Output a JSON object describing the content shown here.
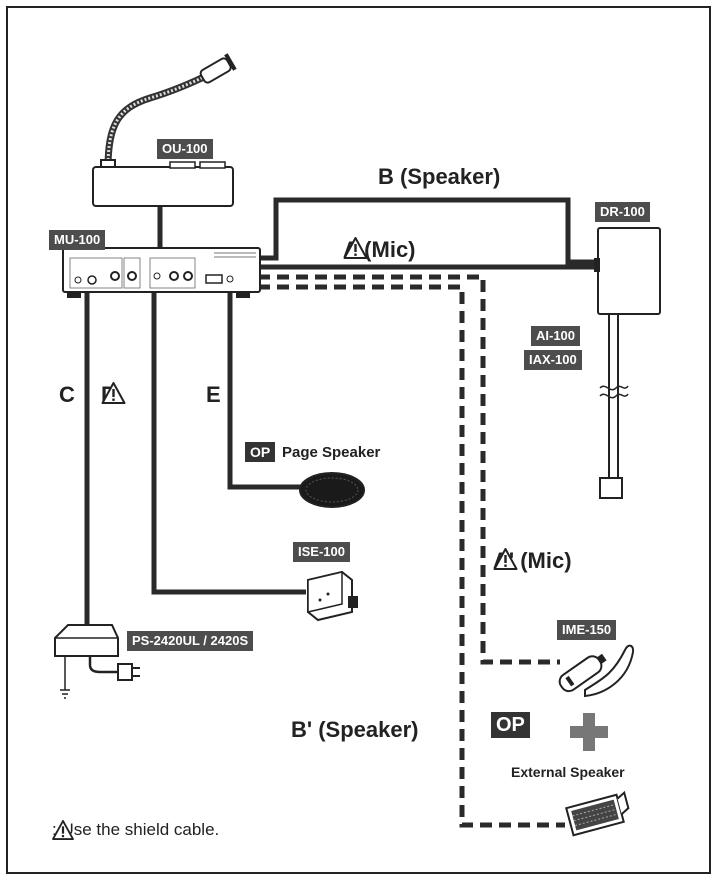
{
  "devices": {
    "ou100": "OU-100",
    "mu100": "MU-100",
    "dr100": "DR-100",
    "ai100": "AI-100",
    "iax100": "IAX-100",
    "ise100": "ISE-100",
    "ps": "PS-2420UL / 2420S",
    "ime150": "IME-150"
  },
  "cables": {
    "b": "B (Speaker)",
    "a": "A (Mic)",
    "c": "C",
    "d": "D",
    "e": "E",
    "a_prime": "A' (Mic)",
    "b_prime": "B' (Speaker)"
  },
  "optional": {
    "op_badge": "OP",
    "page_speaker": "Page Speaker",
    "external_speaker": "External Speaker"
  },
  "note": {
    "text": ": Use the shield cable."
  }
}
